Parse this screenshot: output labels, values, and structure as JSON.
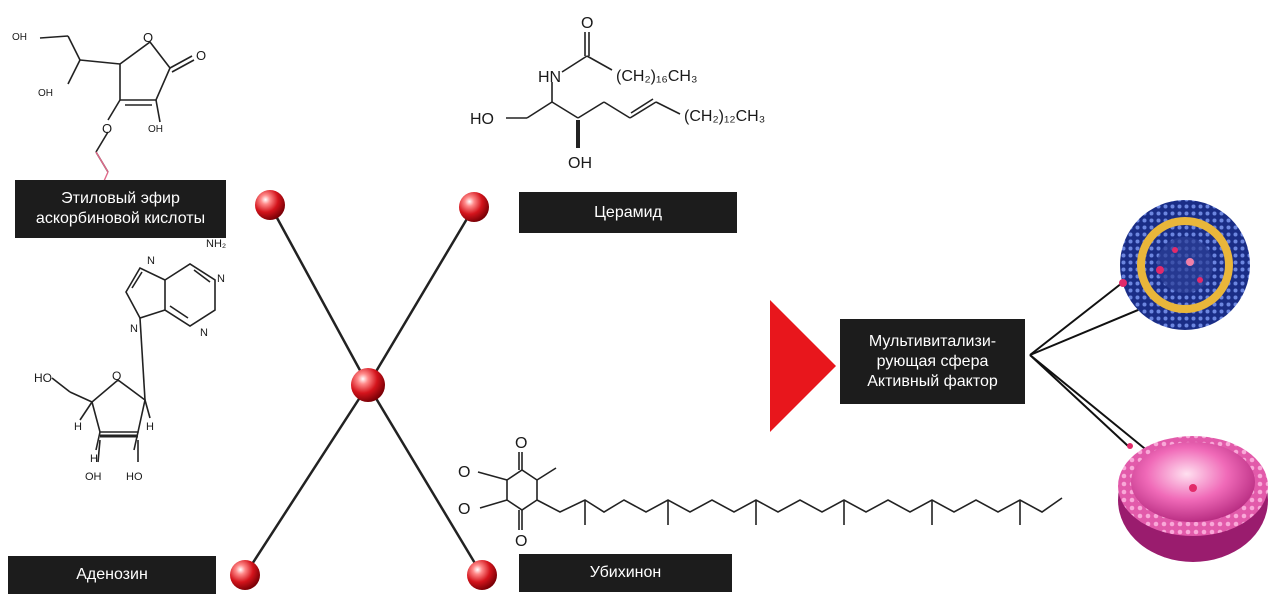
{
  "labels": {
    "ascorbic": [
      "Этиловый эфир",
      "аскорбиновой кислоты"
    ],
    "ceramide": "Церамид",
    "adenosine": "Аденозин",
    "ubiquinone": "Убихинон",
    "sphere": [
      "Мультивитализи-",
      "рующая сфера",
      "Активный фактор"
    ]
  },
  "ascorbic_structure": {
    "oh_top": "OH",
    "oh_mid": "OH",
    "o_ring": "O",
    "o_keto": "O",
    "o_ether": "O",
    "oh_right": "OH"
  },
  "ceramide_structure": {
    "o": "O",
    "hn": "HN",
    "chain1": "(CH₂)₁₆CH₃",
    "ho": "HO",
    "chain2": "(CH₂)₁₂CH₃",
    "oh": "OH"
  },
  "adenosine_structure": {
    "nh2": "NH₂",
    "n1": "N",
    "n2": "N",
    "n3": "N",
    "n4": "N",
    "ho_top": "HO",
    "o_ring": "O",
    "h1": "H",
    "h2": "H",
    "h3": "H",
    "oh": "OH",
    "ho_bottom": "HO"
  },
  "ubiquinone_structure": {
    "o_top": "O",
    "o_left1": "O",
    "o_left2": "O",
    "o_bottom": "O"
  },
  "colors": {
    "label_bg": "#1c1c1c",
    "label_text": "#ffffff",
    "arrow": "#e8161c",
    "node": "#d4141c",
    "line": "#222222"
  }
}
